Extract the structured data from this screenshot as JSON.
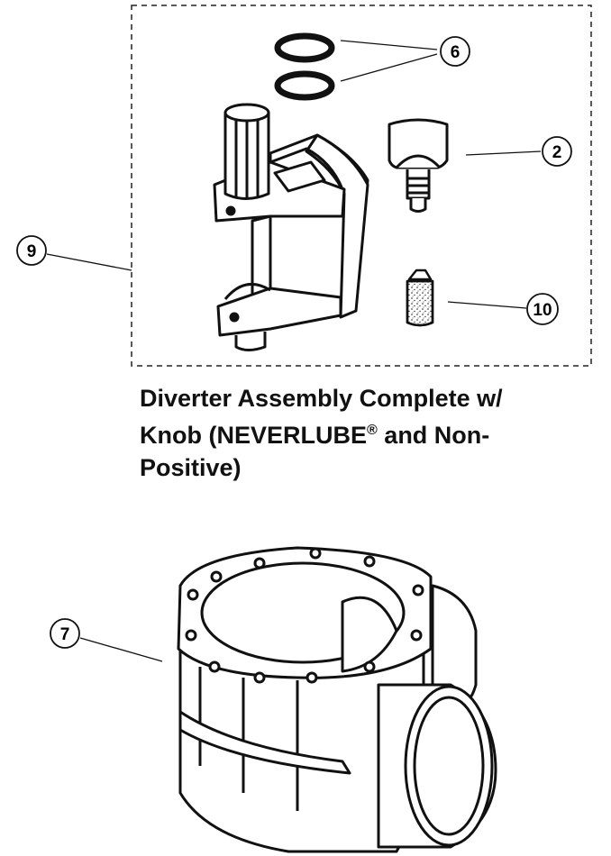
{
  "caption": {
    "line1": "Diverter Assembly Complete w/",
    "line2_pre": "Knob (NEVERLUBE",
    "line2_reg": "®",
    "line2_post": " and Non-",
    "line3": "Positive)"
  },
  "callouts": {
    "c6": "6",
    "c2": "2",
    "c9": "9",
    "c10": "10",
    "c7": "7"
  },
  "colors": {
    "line": "#111111",
    "fill": "#ffffff",
    "shade": "#e6e6e6"
  }
}
